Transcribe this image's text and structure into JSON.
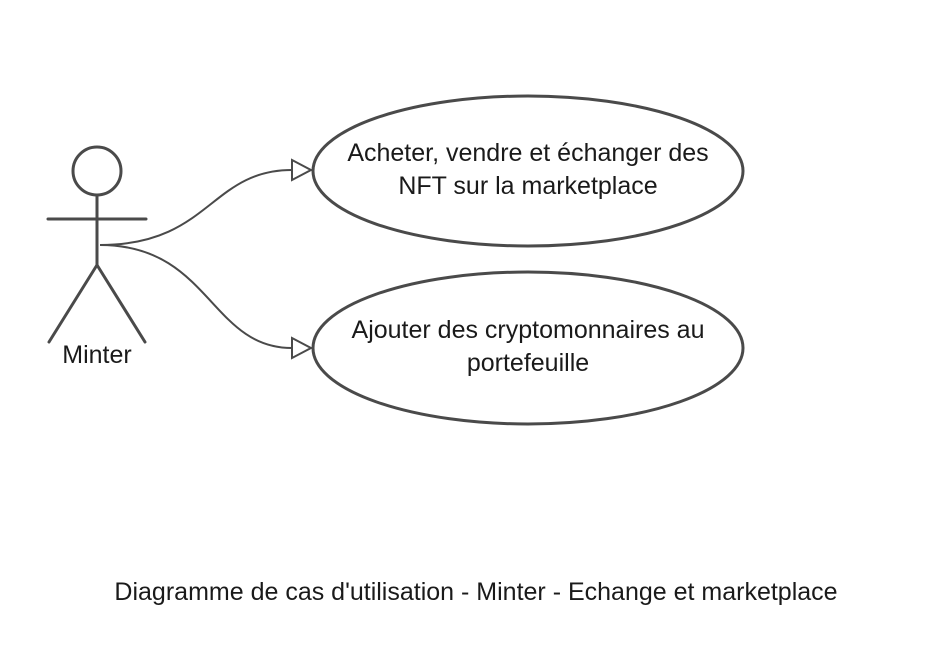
{
  "actor": {
    "label": "Minter"
  },
  "use_cases": [
    {
      "id": "uc-trade",
      "label": "Acheter, vendre et échanger des NFT sur la marketplace"
    },
    {
      "id": "uc-add-crypto",
      "label": "Ajouter des cryptomonnaires au portefeuille"
    }
  ],
  "caption": "Diagramme de cas d'utilisation - Minter - Echange et marketplace",
  "colors": {
    "stroke": "#4a4a4a",
    "text": "#1a1a1a",
    "background": "#ffffff"
  }
}
